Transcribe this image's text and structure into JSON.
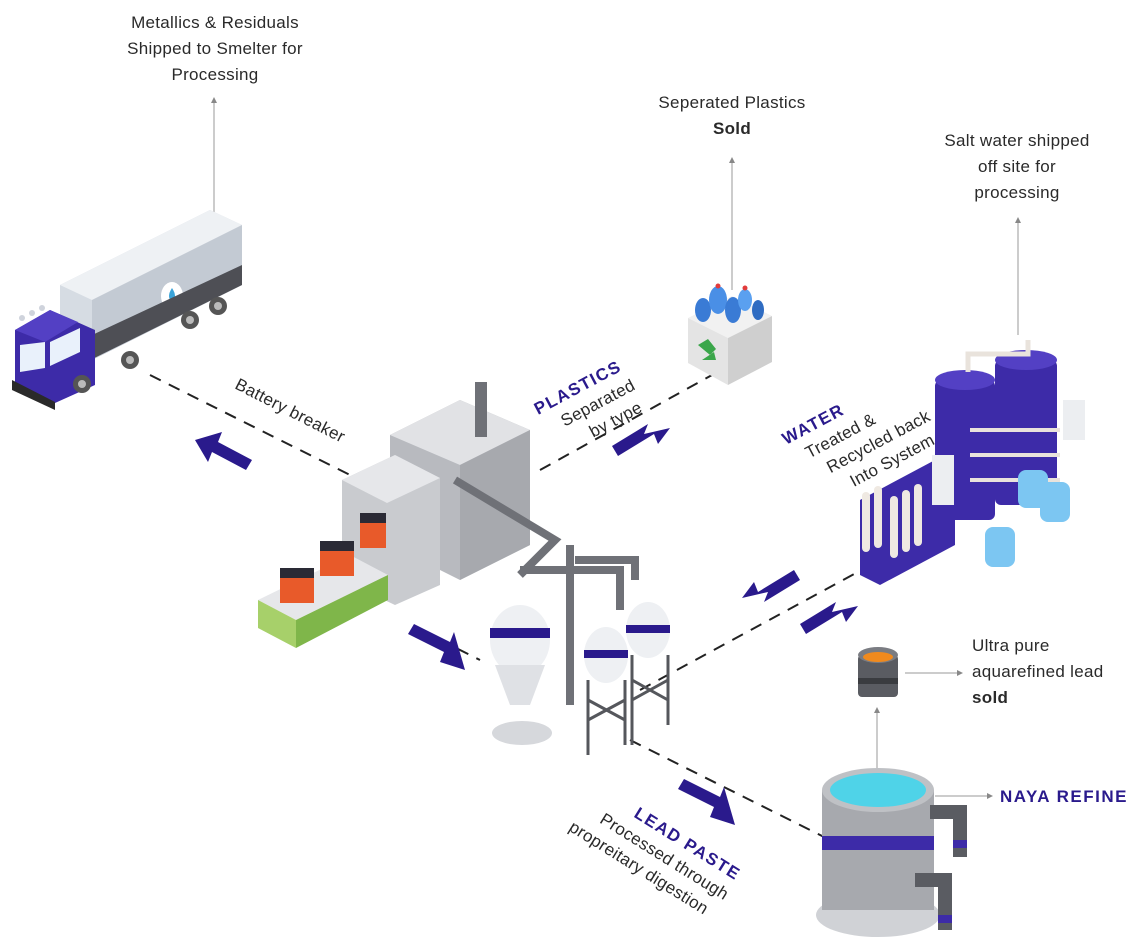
{
  "labels": {
    "smelter": [
      "Metallics & Residuals",
      "Shipped to Smelter for",
      "Processing"
    ],
    "plastics_top": {
      "line1": "Seperated Plastics",
      "line2": "Sold"
    },
    "salt_water": [
      "Salt water shipped",
      "off site for",
      "processing"
    ],
    "battery_breaker": "Battery breaker",
    "plastics": {
      "title": "PLASTICS",
      "line1": "Separated",
      "line2": "by type"
    },
    "water": {
      "title": "WATER",
      "line1": "Treated &",
      "line2": "Recycled back",
      "line3": "Into System"
    },
    "lead_out": {
      "line1": "Ultra pure",
      "line2": "aquarefined lead",
      "line3": "sold"
    },
    "naya": "NAYA REFINE",
    "lead_paste": {
      "title": "LEAD PASTE",
      "line1": "Processed through",
      "line2": "propreitary digestion"
    }
  },
  "colors": {
    "navy": "#2a1a8c",
    "purple": "#3d2ba8",
    "gray": "#9a9ca3",
    "light_gray": "#d7d8dc",
    "cyan": "#4fd3e8",
    "green": "#9ccc5a"
  },
  "icons": [
    "truck-icon",
    "recycling-bin-icon",
    "water-treatment-icon",
    "battery-breaker-icon",
    "digester-icon",
    "lead-ingot-icon",
    "refine-tank-icon"
  ]
}
